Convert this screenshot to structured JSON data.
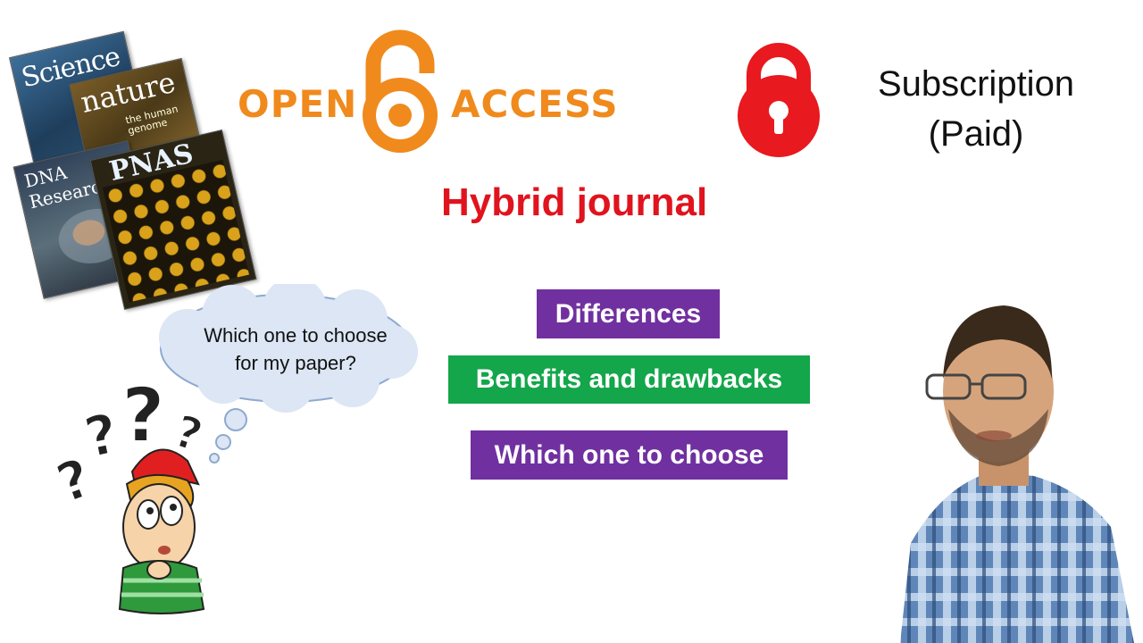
{
  "journals": {
    "science": "Science",
    "nature": "nature",
    "nature_sub": "the human genome",
    "dna": "DNA Research",
    "pnas": "PNAS"
  },
  "logo": {
    "open": "OPEN",
    "access": "ACCESS",
    "color": "#f08a1d"
  },
  "subscription": {
    "line1": "Subscription",
    "line2": "(Paid)",
    "lock_color": "#e8191f"
  },
  "hybrid": "Hybrid journal",
  "tags": {
    "differences": "Differences",
    "benefits": "Benefits and drawbacks",
    "which": "Which one to choose"
  },
  "bubble": {
    "line1": "Which one to choose",
    "line2": "for my paper?"
  },
  "colors": {
    "purple": "#7030a0",
    "green": "#13a64a",
    "red": "#e0141e"
  }
}
